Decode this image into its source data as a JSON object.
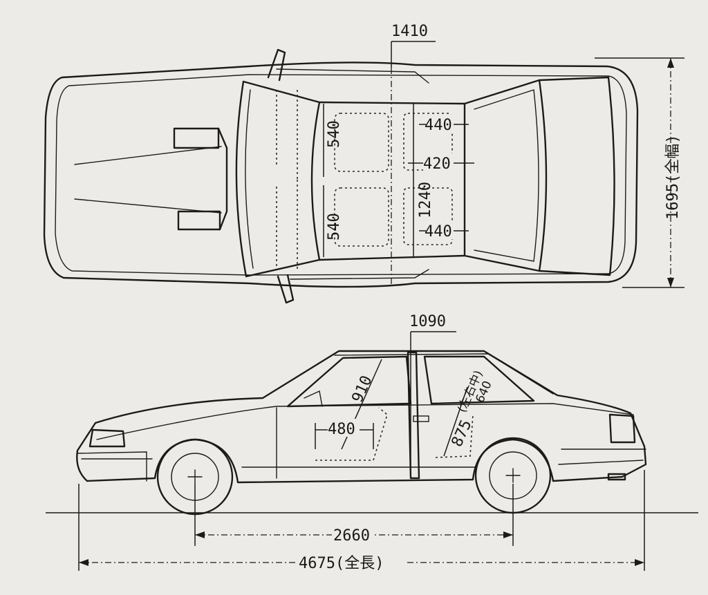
{
  "top_view": {
    "overall_width": "1695(全幅)",
    "tread_dim": "1410",
    "front_seat_width_1": "540",
    "front_seat_width_2": "540",
    "rear_seat_width_1": "440",
    "rear_seat_width_2": "440",
    "center_gap": "420",
    "interior_width": "1240"
  },
  "side_view": {
    "roof_dim": "1090",
    "headroom_front": "910",
    "seat_depth": "480",
    "rear_height": "640",
    "rear_label": "(左右中)",
    "rear_seat_dim": "875",
    "wheelbase": "2660",
    "overall_length": "4675(全長)"
  }
}
